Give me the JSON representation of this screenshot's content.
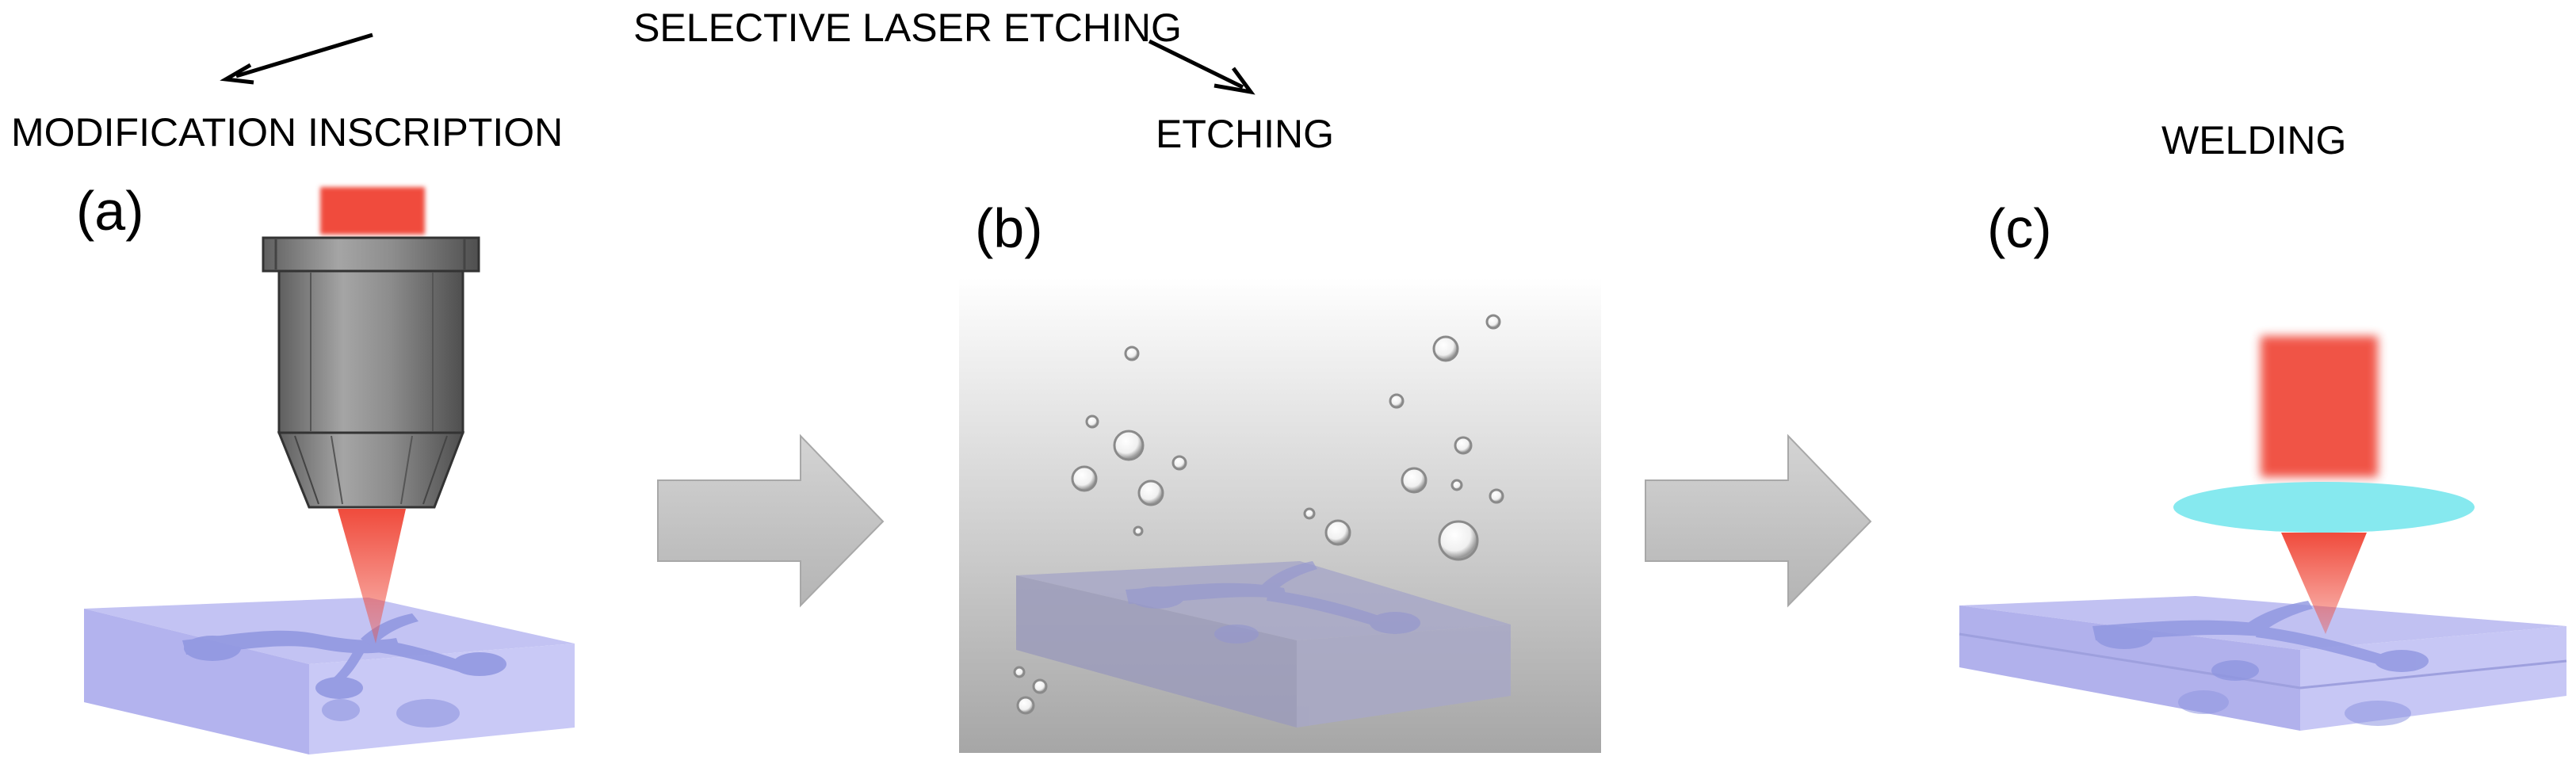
{
  "header": {
    "process_label": "SELECTIVE LASER ETCHING"
  },
  "steps": [
    {
      "letter": "(a)",
      "title": "MODIFICATION INSCRIPTION"
    },
    {
      "letter": "(b)",
      "title": "ETCHING"
    },
    {
      "letter": "(c)",
      "title": "WELDING"
    }
  ],
  "colors": {
    "laser": "#f04b3c",
    "glass": "#b9b9f0",
    "channel": "#8f96e0",
    "lens": "#7fe8ee",
    "objective": "#8e8e8e",
    "bath_top": "#f7f7f7",
    "bath_bottom": "#a9a9a9",
    "flow_arrow": "#c4c4c4"
  },
  "icons": [
    "objective-lens-icon",
    "laser-beam-icon",
    "bubble-icon",
    "focusing-lens-icon",
    "flow-arrow-icon"
  ]
}
